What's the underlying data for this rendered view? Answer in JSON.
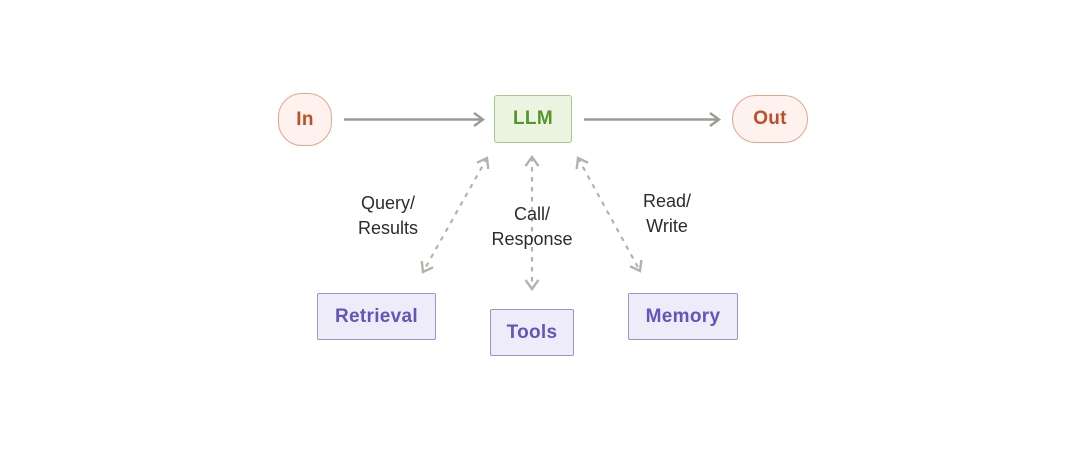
{
  "diagram": {
    "title": "LLM augmentation diagram",
    "background_color": "#ffffff",
    "colors": {
      "orange_fill": "#fdf2ed",
      "orange_border": "#e6a58d",
      "orange_text": "#bd4e28",
      "green_fill": "#ebf4e1",
      "green_border": "#a6cb86",
      "green_text": "#55962b",
      "purple_fill": "#edecf8",
      "purple_border": "#9c94d2",
      "purple_text": "#6355ba",
      "solid_arrow": "#9b9b96",
      "dashed_arrow": "#b4b3ab",
      "edge_label_text": "#2d2c29"
    },
    "nodes": {
      "in": {
        "label": "In",
        "shape": "oval",
        "color_scheme": "orange"
      },
      "llm": {
        "label": "LLM",
        "shape": "rect",
        "color_scheme": "green"
      },
      "out": {
        "label": "Out",
        "shape": "pill",
        "color_scheme": "orange"
      },
      "retrieval": {
        "label": "Retrieval",
        "shape": "rect",
        "color_scheme": "purple"
      },
      "tools": {
        "label": "Tools",
        "shape": "rect",
        "color_scheme": "purple"
      },
      "memory": {
        "label": "Memory",
        "shape": "rect",
        "color_scheme": "purple"
      }
    },
    "edges": [
      {
        "from": "in",
        "to": "llm",
        "style": "solid",
        "direction": "one-way"
      },
      {
        "from": "llm",
        "to": "out",
        "style": "solid",
        "direction": "one-way"
      },
      {
        "from": "llm",
        "to": "retrieval",
        "style": "dashed",
        "direction": "two-way",
        "label_line1": "Query/",
        "label_line2": "Results"
      },
      {
        "from": "llm",
        "to": "tools",
        "style": "dashed",
        "direction": "two-way",
        "label_line1": "Call/",
        "label_line2": "Response"
      },
      {
        "from": "llm",
        "to": "memory",
        "style": "dashed",
        "direction": "two-way",
        "label_line1": "Read/",
        "label_line2": "Write"
      }
    ]
  }
}
